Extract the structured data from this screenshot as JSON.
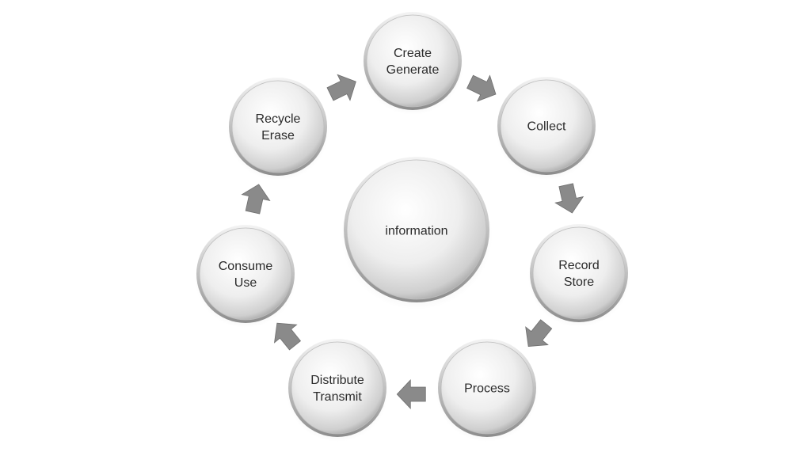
{
  "center": {
    "label": "information"
  },
  "nodes": [
    {
      "id": "create",
      "lines": [
        "Create",
        "Generate"
      ]
    },
    {
      "id": "collect",
      "lines": [
        "Collect"
      ]
    },
    {
      "id": "record",
      "lines": [
        "Record",
        "Store"
      ]
    },
    {
      "id": "process",
      "lines": [
        "Process"
      ]
    },
    {
      "id": "distribute",
      "lines": [
        "Distribute",
        "Transmit"
      ]
    },
    {
      "id": "consume",
      "lines": [
        "Consume",
        "Use"
      ]
    },
    {
      "id": "recycle",
      "lines": [
        "Recycle",
        "Erase"
      ]
    }
  ],
  "arrows": [
    {
      "from": "create",
      "to": "collect"
    },
    {
      "from": "collect",
      "to": "record"
    },
    {
      "from": "record",
      "to": "process"
    },
    {
      "from": "process",
      "to": "distribute"
    },
    {
      "from": "distribute",
      "to": "consume"
    },
    {
      "from": "consume",
      "to": "recycle"
    },
    {
      "from": "recycle",
      "to": "create"
    }
  ],
  "colors": {
    "arrow": "#8a8a8a",
    "text": "#2b2b2b",
    "sphere_light": "#ffffff",
    "sphere_mid": "#e6e6e6",
    "sphere_dark": "#9a9a9a"
  }
}
